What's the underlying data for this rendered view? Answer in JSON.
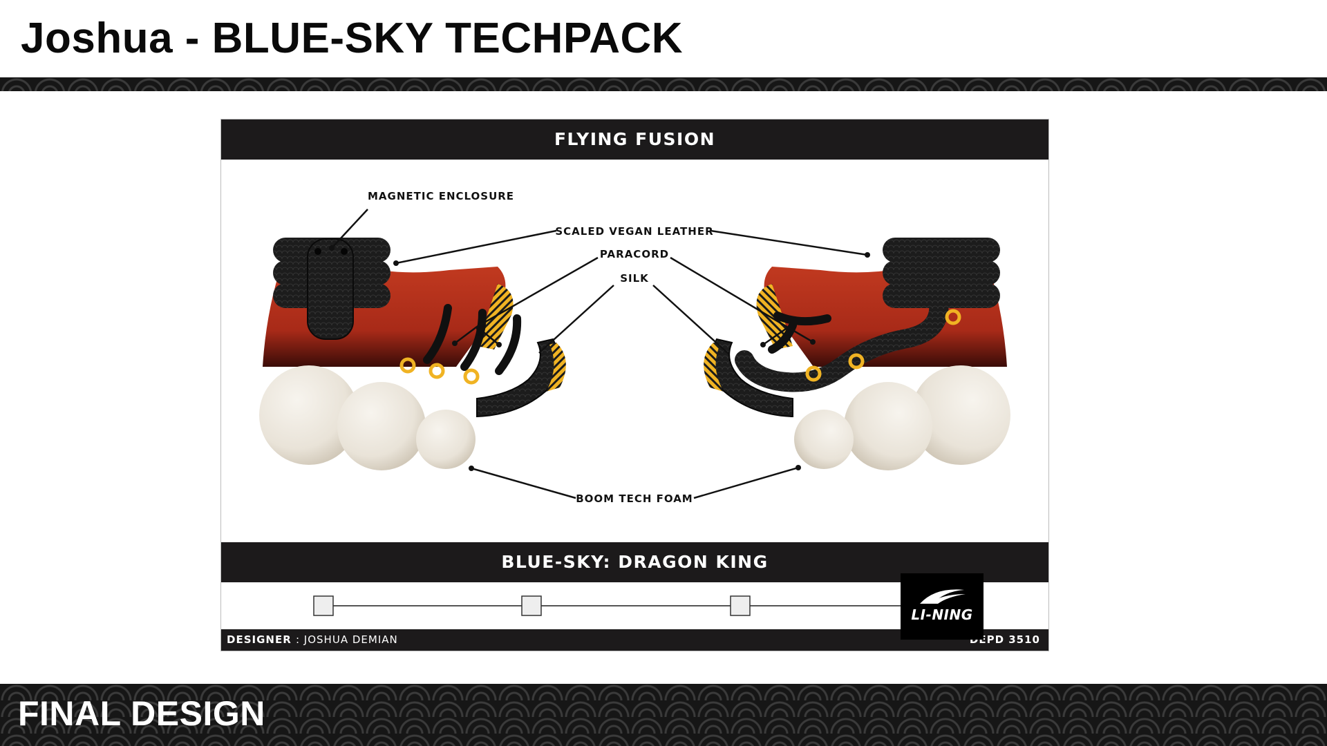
{
  "header": {
    "title": "Joshua - BLUE-SKY TECHPACK"
  },
  "footer": {
    "title": "FINAL DESIGN"
  },
  "sheet": {
    "top_bar": "FLYING FUSION",
    "mid_bar": "BLUE-SKY: DRAGON KING",
    "designer_label": "DESIGNER",
    "designer_name": ": JOSHUA DEMIAN",
    "course": "DEPD 3510",
    "logo_text": "LI-NING"
  },
  "callouts": {
    "magnetic_enclosure": "MAGNETIC ENCLOSURE",
    "scaled_vegan_leather": "SCALED VEGAN LEATHER",
    "paracord": "PARACORD",
    "silk": "SILK",
    "boom_tech_foam": "BOOM TECH FOAM"
  },
  "colors": {
    "bar": "#1c1a1b",
    "upper_red": "#b4301c",
    "collar_black": "#1a1a1a",
    "accent_yellow": "#f0b323",
    "foam": "#ede8df"
  }
}
